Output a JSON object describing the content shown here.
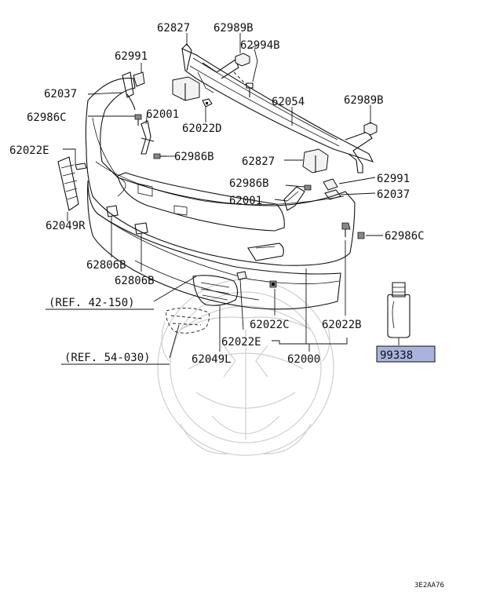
{
  "labels": {
    "l62827a": "62827",
    "l62989Ba": "62989B",
    "l62994B": "62994B",
    "l62991a": "62991",
    "l62037a": "62037",
    "l62986Ca": "62986C",
    "l62001a": "62001",
    "l62022D": "62022D",
    "l62054": "62054",
    "l62989Bb": "62989B",
    "l62022Ea": "62022E",
    "l62986Ba": "62986B",
    "l62827b": "62827",
    "l62991b": "62991",
    "l62986Bb": "62986B",
    "l62037b": "62037",
    "l62001b": "62001",
    "l62049R": "62049R",
    "l62986Cb": "62986C",
    "l62806Ba": "62806B",
    "l62806Bb": "62806B",
    "l62022C": "62022C",
    "l62022B": "62022B",
    "l62022Eb": "62022E",
    "l62049L": "62049L",
    "l62000": "62000",
    "l99338": "99338"
  },
  "refs": {
    "ref1": "(REF. 42-150)",
    "ref2": "(REF. 54-030)"
  },
  "highlight_color": "#a9b3dd",
  "diagram_code": "3E2AA76"
}
